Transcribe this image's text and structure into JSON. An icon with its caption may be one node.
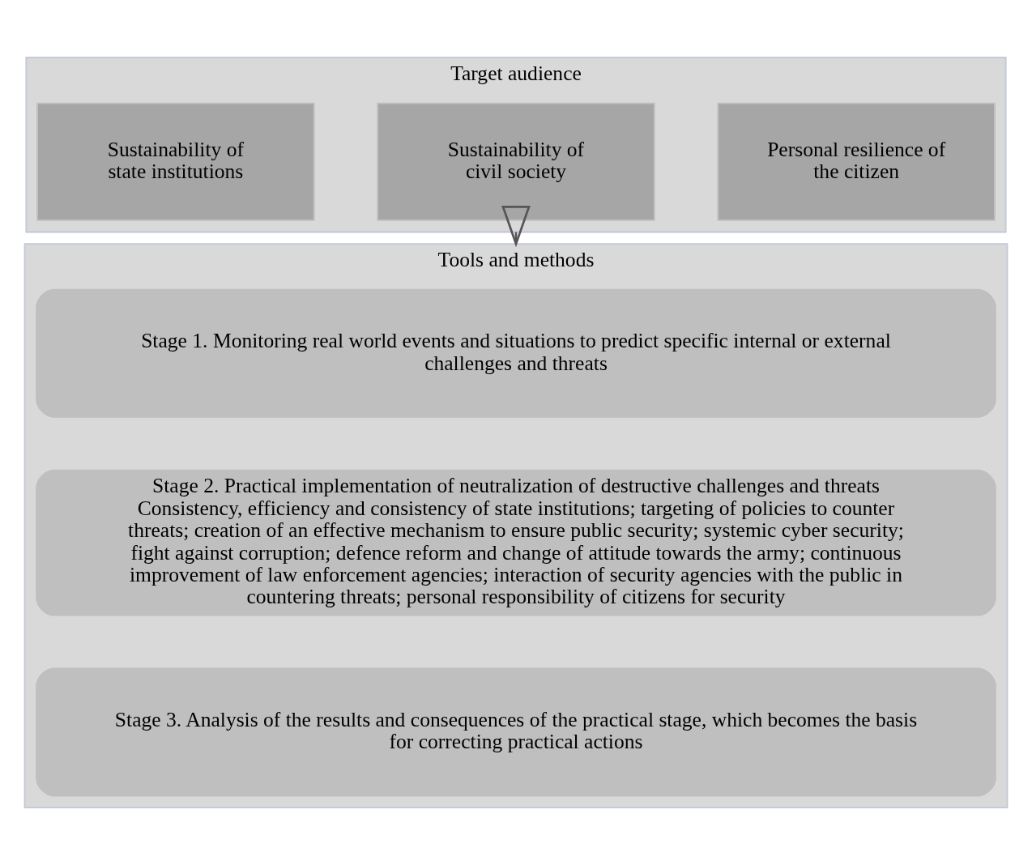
{
  "diagram": {
    "nodes": [
      {
        "text": [
          "Target audience"
        ]
      },
      {
        "text": [
          "Personal resilience of the citizen"
        ],
        "in": 0
      },
      {
        "text": [
          "Sustainability of civil society"
        ],
        "in": 0
      },
      {
        "text": [
          "Sustainability of state institutions"
        ],
        "in": 0
      },
      {
        "text": [
          "Tools and methods"
        ]
      },
      {
        "text": [
          "Stage 1. Monitoring real world events and situations to predict specific internal or external challenges and threats"
        ],
        "in": 4
      },
      {
        "text": [
          "Stage 2. Practical implementation of neutralization of destructive challenges and threats",
          "Consistency, efficiency and consistency of state institutions; targeting of policies to counter threats; creation of an effective mechanism to ensure public security; systemic cyber security; fight against corruption; defence reform and change of attitude towards the army; continuous improvement of law enforcement agencies; interaction of security agencies with the public in countering threats; personal responsibility of citizens for security"
        ],
        "in": 4
      },
      {
        "text": [
          "Stage 3. Analysis of the results and consequences of the practical stage, which becomes the basis for correcting practical actions"
        ],
        "in": 4
      }
    ],
    "edges": [
      {
        "from": 0,
        "to": 4,
        "arrow": "to"
      }
    ]
  }
}
